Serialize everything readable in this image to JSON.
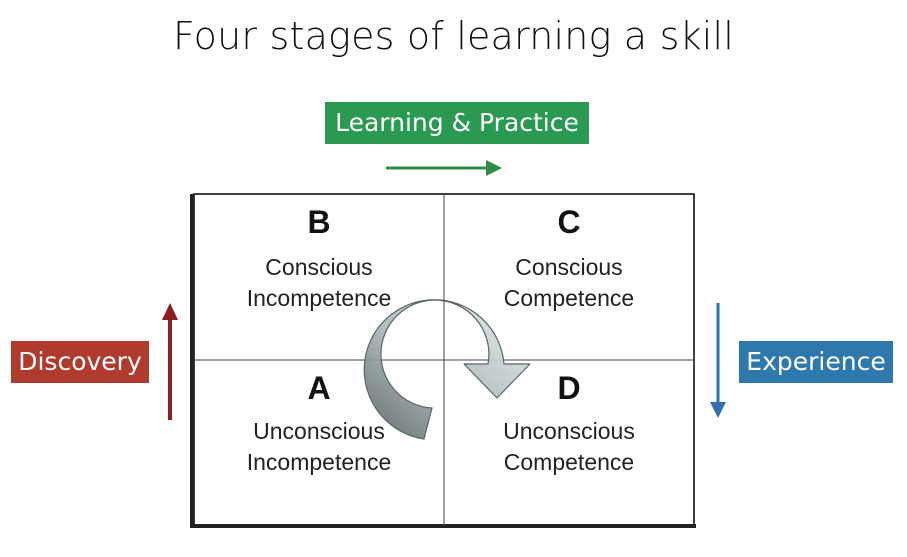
{
  "title": "Four stages of learning a skill",
  "tags": {
    "learning": {
      "label": "Learning & Practice",
      "color": "#2a9a52"
    },
    "discovery": {
      "label": "Discovery",
      "color": "#b13a2e"
    },
    "experience": {
      "label": "Experience",
      "color": "#2f78ae"
    }
  },
  "arrow_colors": {
    "learning": "#2e8b46",
    "discovery": "#8b1e1e",
    "experience": "#2f6fb0"
  },
  "quadrants": {
    "b": {
      "letter": "B",
      "label": "Conscious\nIncompetence"
    },
    "c": {
      "letter": "C",
      "label": "Conscious\nCompetence"
    },
    "a": {
      "letter": "A",
      "label": "Unconscious\nIncompetence"
    },
    "d": {
      "letter": "D",
      "label": "Unconscious\nCompetence"
    }
  }
}
